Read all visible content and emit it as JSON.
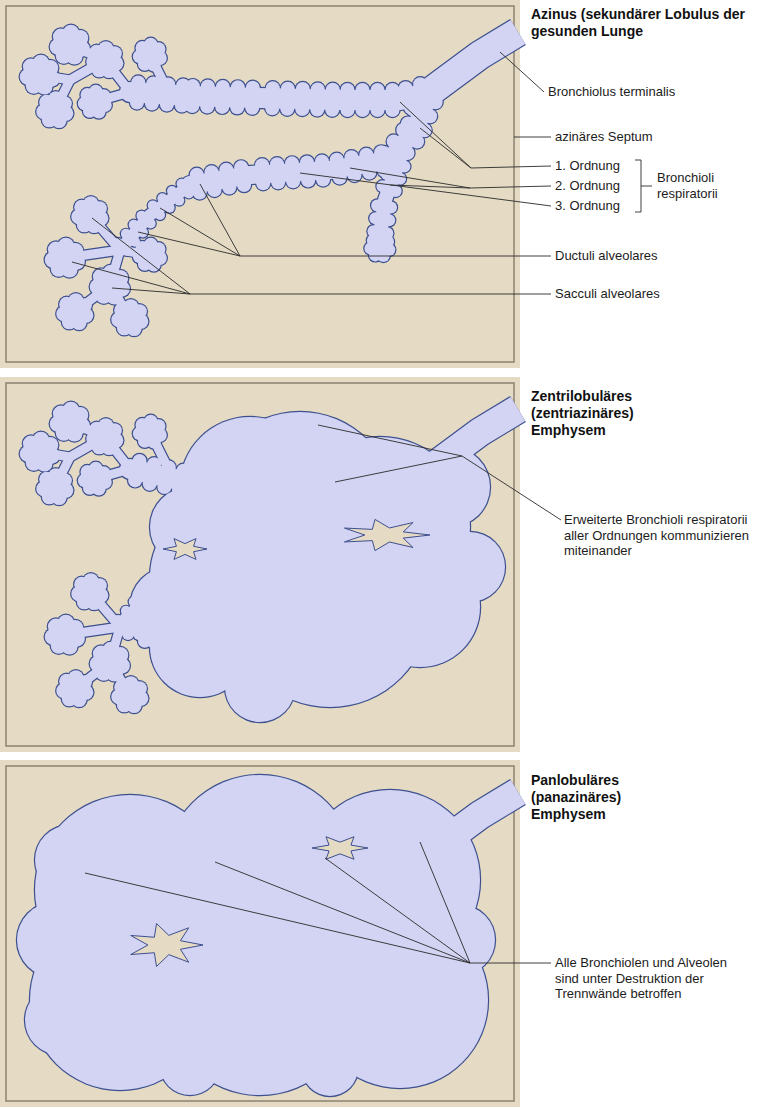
{
  "diagram": {
    "labels": [
      "Azinus (sekundärer Lobulus der gesunden Lunge",
      "Bronchiolus terminalis",
      "azinäres Septum",
      "1. Ordnung",
      "2. Ordnung",
      "3. Ordnung",
      "Bronchioli respiratorii",
      "Ductuli alveolares",
      "Sacculi alveolares",
      "Zentrilobuläres (zentriazinäres) Emphysem",
      "Erweiterte Bronchioli respiratorii aller Ordnungen kommunizieren miteinander",
      "Panlobuläres (panazinäres) Emphysem",
      "Alle Bronchiolen und Alveolen sind unter Destruktion der Trennwände betroffen"
    ]
  }
}
